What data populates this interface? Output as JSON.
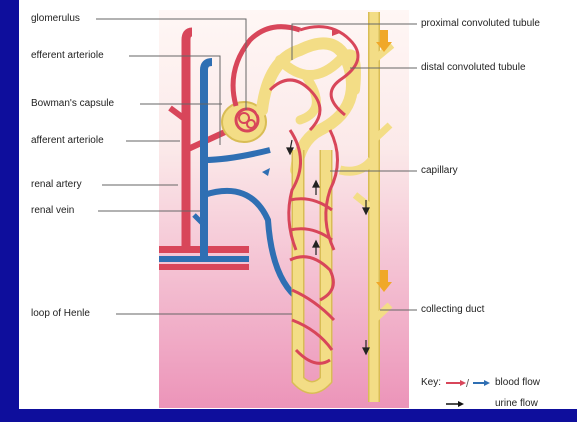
{
  "labels_left": {
    "glomerulus": "glomerulus",
    "efferent_arteriole": "efferent arteriole",
    "bowmans_capsule": "Bowman's capsule",
    "afferent_arteriole": "afferent arteriole",
    "renal_artery": "renal artery",
    "renal_vein": "renal vein",
    "loop_of_henle": "loop of Henle"
  },
  "labels_right": {
    "proximal_tubule": "proximal convoluted tubule",
    "distal_tubule": "distal convoluted tubule",
    "capillary": "capillary",
    "collecting_duct": "collecting duct"
  },
  "key": {
    "prefix": "Key:",
    "blood_flow": "blood flow",
    "urine_flow": "urine flow"
  },
  "colors": {
    "background_frame": "#0e0e9c",
    "artery_red": "#d8465a",
    "vein_blue": "#2f6fb3",
    "tubule_yellow": "#f3dd86",
    "tubule_outline": "#d9bd55",
    "arrow_orange": "#f0a829",
    "panel_gradient_top": "#fdf3f3",
    "panel_gradient_bottom": "#e98fb6"
  }
}
